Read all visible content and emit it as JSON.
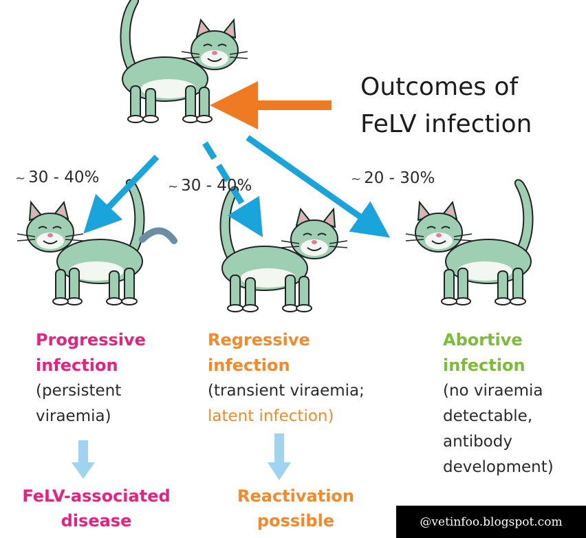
{
  "title": {
    "line1": "Outcomes of",
    "line2": "FeLV infection"
  },
  "branches": [
    {
      "percentage": "30 - 40%",
      "outcome": [
        "Progressive",
        "infection"
      ],
      "description": [
        "(persistent",
        "viraemia)"
      ],
      "result": [
        "FeLV-associated",
        "disease"
      ]
    },
    {
      "percentage": "30 - 40%",
      "outcome": [
        "Regressive",
        "infection"
      ],
      "description": [
        "(transient viraemia;",
        "latent infection)"
      ],
      "result": [
        "Reactivation",
        "possible"
      ]
    },
    {
      "percentage": "20 - 30%",
      "outcome": [
        "Abortive",
        "infection"
      ],
      "description": [
        "(no viraemia",
        "detectable,",
        "antibody",
        "development)"
      ]
    }
  ],
  "tilde": "~",
  "watermark": "@vetinfoo.blogspot.com",
  "colors": {
    "progressive": "#e2237f",
    "regressive": "#f08a2c",
    "abortive": "#7dbb3a",
    "arrow_blue": "#1aa4dc",
    "arrow_light_blue": "#9fd3ef",
    "arrow_orange": "#ee7a22",
    "cat_body": "#9fcfb2",
    "cat_progressive": "#b7dca2"
  },
  "icons": [
    "cat-icon-top",
    "cat-icon-progressive",
    "cat-icon-regressive",
    "cat-icon-abortive"
  ]
}
